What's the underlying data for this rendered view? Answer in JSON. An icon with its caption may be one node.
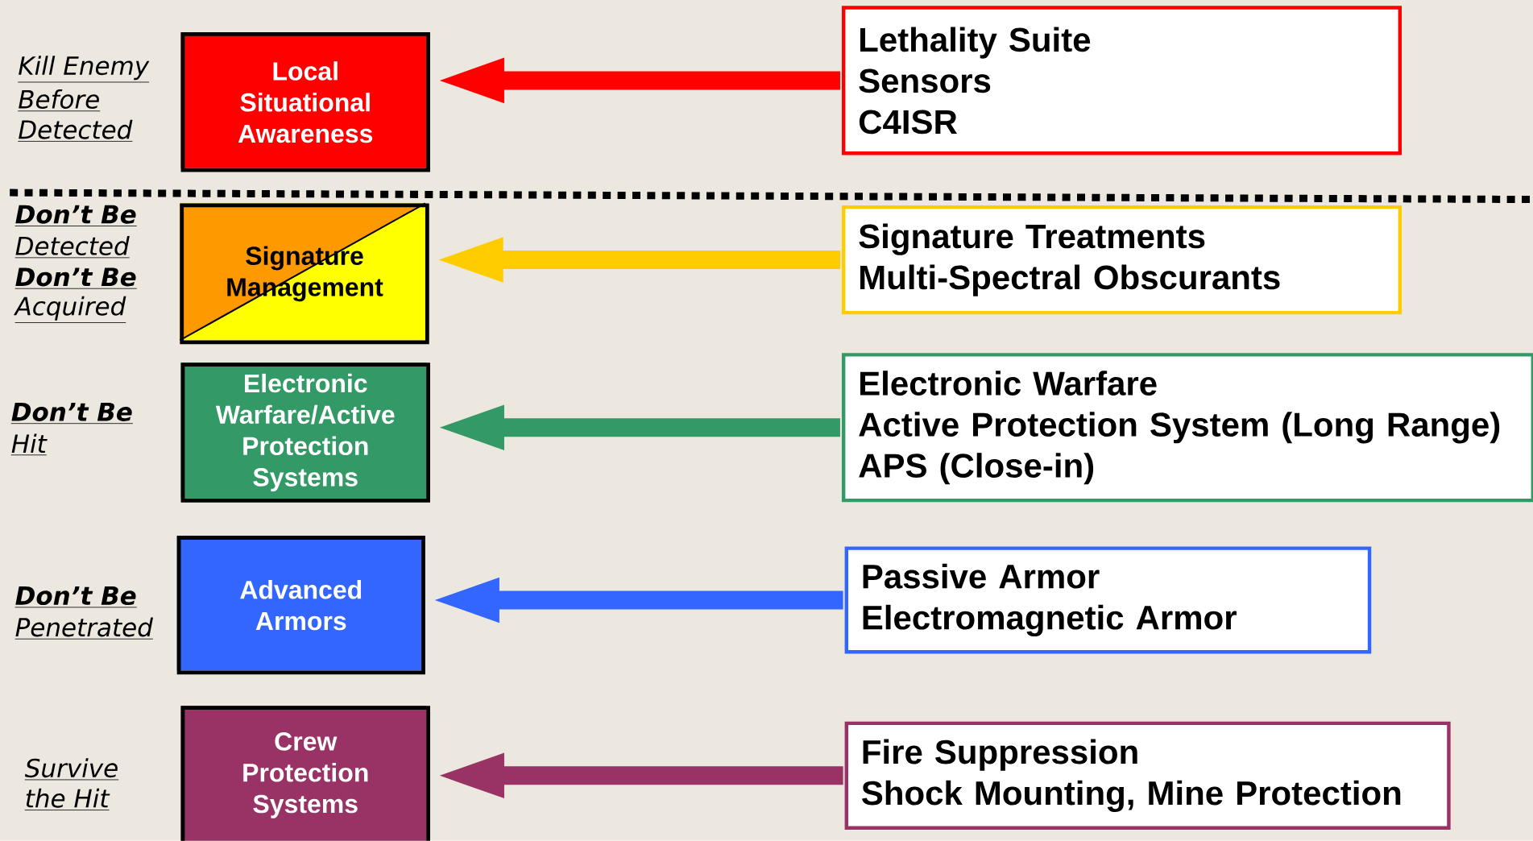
{
  "diagram": {
    "nodes": [
      {
        "text": [
          "Local Situational Awareness"
        ]
      },
      {
        "text": [
          "Signature Management"
        ]
      },
      {
        "text": [
          "Electronic Warfare/Active Protection Systems"
        ]
      },
      {
        "text": [
          "Advanced Armors"
        ]
      },
      {
        "text": [
          "Crew Protection Systems"
        ]
      },
      {
        "text": [
          "Lethality Suite",
          "Sensors",
          "C4ISR"
        ]
      },
      {
        "text": [
          "Signature Treatments",
          "Multi-Spectral Obscurants"
        ]
      },
      {
        "text": [
          "Electronic Warfare",
          "Active Protection System (Long Range)",
          "APS (Close-in)"
        ]
      },
      {
        "text": [
          "Passive Armor",
          "Electromagnetic Armor"
        ]
      },
      {
        "text": [
          "Fire Suppression",
          "Shock Mounting, Mine Protection"
        ]
      }
    ],
    "edges": [
      {
        "from": 5,
        "to": 0,
        "arrow": "to",
        "color": "#ff0000"
      },
      {
        "from": 6,
        "to": 1,
        "arrow": "to",
        "color": "#ffcc00"
      },
      {
        "from": 7,
        "to": 2,
        "arrow": "to",
        "color": "#339966"
      },
      {
        "from": 8,
        "to": 3,
        "arrow": "to",
        "color": "#3366ff"
      },
      {
        "from": 9,
        "to": 4,
        "arrow": "to",
        "color": "#993366"
      }
    ],
    "labels": [
      "Kill Enemy",
      "Before",
      "Detected",
      "Don’t Be",
      "Detected",
      "Don’t Be",
      "Acquired",
      "Don’t Be",
      "Hit",
      "Don’t Be",
      "Penetrated",
      "Survive",
      "the Hit"
    ]
  }
}
